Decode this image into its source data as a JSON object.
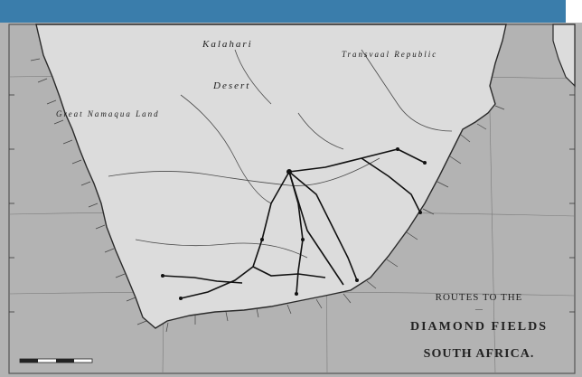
{
  "map": {
    "title_line1": "ROUTES TO THE",
    "title_line2": "—",
    "title_line3": "DIAMOND  FIELDS",
    "title_line4": "SOUTH  AFRICA."
  },
  "colors": {
    "header": "#3a7dab",
    "paper": "#bdbdbd",
    "land": "#e2e2e2",
    "ink": "#2a2a2a"
  },
  "region_labels": [
    "Kalahari",
    "Transvaal Republic",
    "Desert",
    "Great Namaqua Land"
  ]
}
